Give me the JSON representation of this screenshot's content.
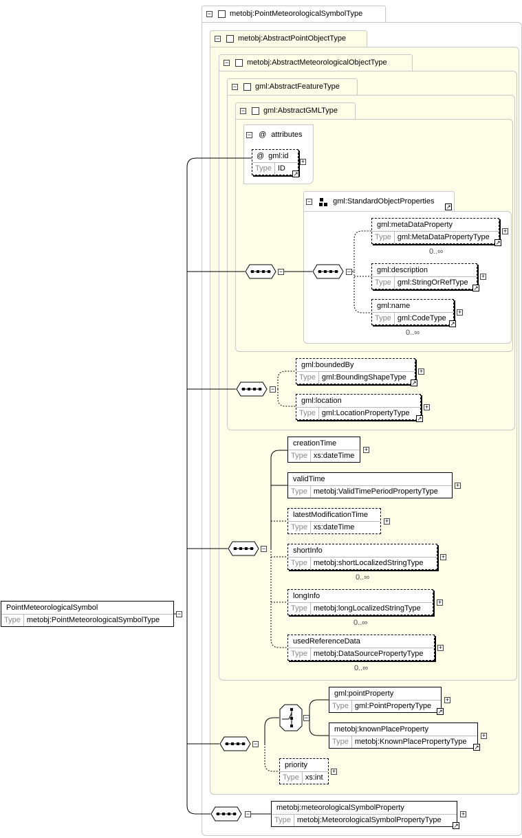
{
  "containers": {
    "point_meteorological_symbol_type": "metobj:PointMeteorologicalSymbolType",
    "abstract_point_object_type": "metobj:AbstractPointObjectType",
    "abstract_meteorological_object_type": "metobj:AbstractMeteorologicalObjectType",
    "abstract_feature_type": "gml:AbstractFeatureType",
    "abstract_gml_type": "gml:AbstractGMLType"
  },
  "attributes": {
    "title": "attributes",
    "at_symbol": "@",
    "id_name": "gml:id",
    "id_type": "ID"
  },
  "group": {
    "name": "gml:StandardObjectProperties"
  },
  "type_label": "Type",
  "root": {
    "name": "PointMeteorologicalSymbol",
    "type": "metobj:PointMeteorologicalSymbolType"
  },
  "elements": {
    "metadata_property": {
      "name": "gml:metaDataProperty",
      "type": "gml:MetaDataPropertyType",
      "card": "0..∞"
    },
    "description": {
      "name": "gml:description",
      "type": "gml:StringOrRefType"
    },
    "gml_name": {
      "name": "gml:name",
      "type": "gml:CodeType",
      "card": "0..∞"
    },
    "bounded_by": {
      "name": "gml:boundedBy",
      "type": "gml:BoundingShapeType"
    },
    "location": {
      "name": "gml:location",
      "type": "gml:LocationPropertyType"
    },
    "creation_time": {
      "name": "creationTime",
      "type": "xs:dateTime"
    },
    "valid_time": {
      "name": "validTime",
      "type": "metobj:ValidTimePeriodPropertyType"
    },
    "latest_modification_time": {
      "name": "latestModificationTime",
      "type": "xs:dateTime"
    },
    "short_info": {
      "name": "shortInfo",
      "type": "metobj:shortLocalizedStringType",
      "card": "0..∞"
    },
    "long_info": {
      "name": "longInfo",
      "type": "metobj:longLocalizedStringType",
      "card": "0..∞"
    },
    "used_reference_data": {
      "name": "usedReferenceData",
      "type": "metobj:DataSourcePropertyType",
      "card": "0..∞"
    },
    "point_property": {
      "name": "gml:pointProperty",
      "type": "gml:PointPropertyType"
    },
    "known_place_property": {
      "name": "metobj:knownPlaceProperty",
      "type": "metobj:KnownPlacePropertyType"
    },
    "priority": {
      "name": "priority",
      "type": "xs:int"
    },
    "meteorological_symbol_property": {
      "name": "metobj:meteorologicalSymbolProperty",
      "type": "metobj:MeteorologicalSymbolPropertyType"
    }
  },
  "colors": {
    "container_fill": "#fdfde8",
    "border": "#c8c8c8"
  }
}
